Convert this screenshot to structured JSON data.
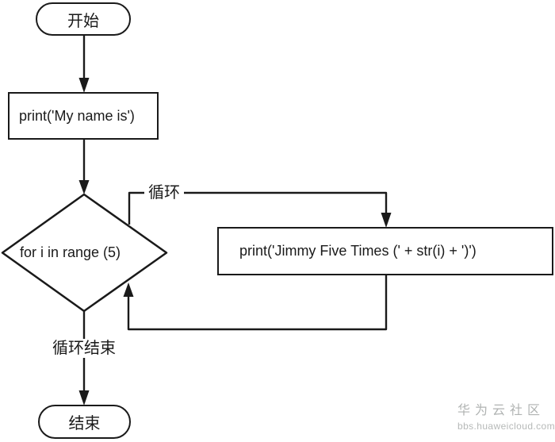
{
  "diagram": {
    "type": "flowchart",
    "nodes": {
      "start": {
        "shape": "stadium",
        "label": "开始"
      },
      "print_name": {
        "shape": "process",
        "label": "print('My name is')"
      },
      "decision": {
        "shape": "diamond",
        "label": "for i in range (5)"
      },
      "print_jimmy": {
        "shape": "process",
        "label": "print('Jimmy Five Times (' + str(i) + ')')"
      },
      "end": {
        "shape": "stadium",
        "label": "结束"
      }
    },
    "edge_labels": {
      "loop": "循环",
      "loop_end": "循环结束"
    },
    "colors": {
      "stroke": "#1a1a1a",
      "background": "#ffffff",
      "watermark": "#b0b3b2"
    }
  },
  "watermark": {
    "title": "华为云社区",
    "url": "bbs.huaweicloud.com"
  }
}
